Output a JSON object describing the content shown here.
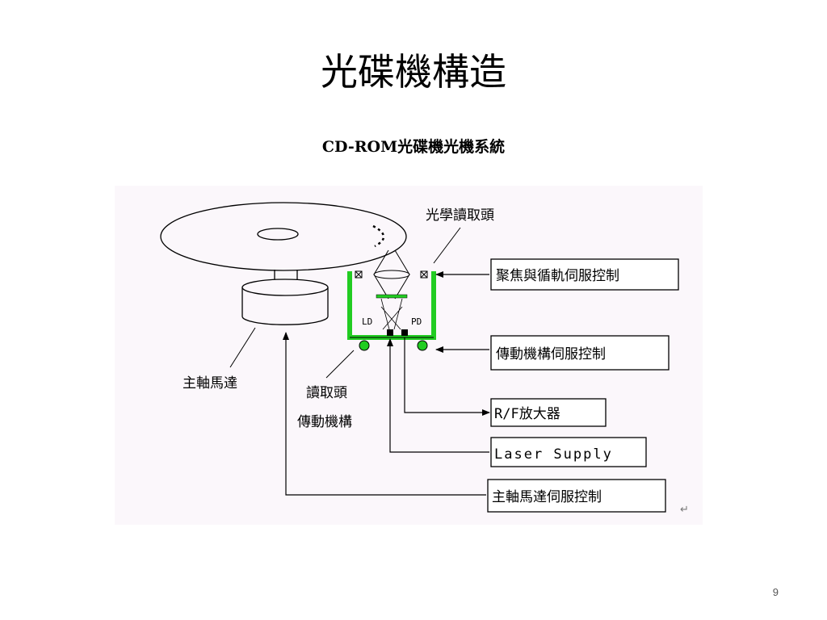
{
  "slide": {
    "title": "光碟機構造",
    "subtitle": "CD-ROM光碟機光機系統",
    "page_number": "9"
  },
  "diagram": {
    "labels": {
      "optical_pickup": "光學讀取頭",
      "spindle_motor": "主軸馬達",
      "pickup_drive_line1": "讀取頭",
      "pickup_drive_line2": "傳動機構",
      "ld": "LD",
      "pd": "PD"
    },
    "boxes": {
      "focus_tracking_servo": "聚焦與循軌伺服控制",
      "drive_servo": "傳動機構伺服控制",
      "rf_amplifier": "R/F放大器",
      "laser_supply": "Laser Supply",
      "spindle_servo": "主軸馬達伺服控制"
    },
    "colors": {
      "carriage": "#22cc22",
      "background": "#fbf7fb",
      "lines": "#000000"
    },
    "icons": {
      "return_mark": "↵"
    }
  }
}
